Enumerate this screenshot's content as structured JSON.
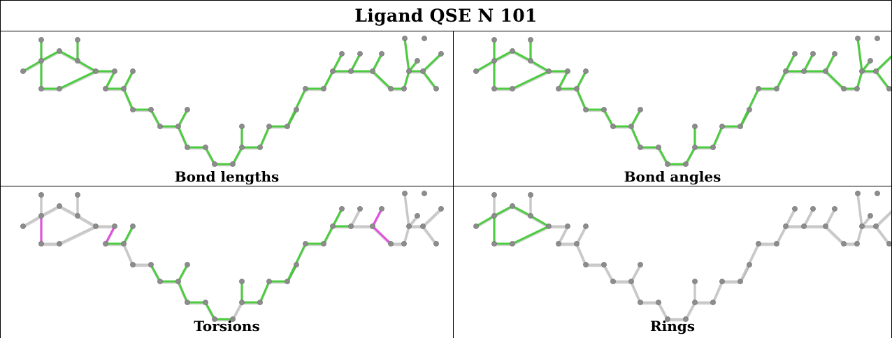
{
  "title": "Ligand QSE N 101",
  "colors": {
    "atom": "#8c8c8c",
    "bond_default": "#c8c8c8",
    "bond_ok": "#4ccc3f",
    "bond_outlier": "#e34fe0"
  },
  "panels": [
    {
      "label": "Bond lengths",
      "color_mode": "all_ok"
    },
    {
      "label": "Bond angles",
      "color_mode": "all_ok"
    },
    {
      "label": "Torsions",
      "color_mode": "torsions"
    },
    {
      "label": "Rings",
      "color_mode": "rings"
    }
  ]
}
